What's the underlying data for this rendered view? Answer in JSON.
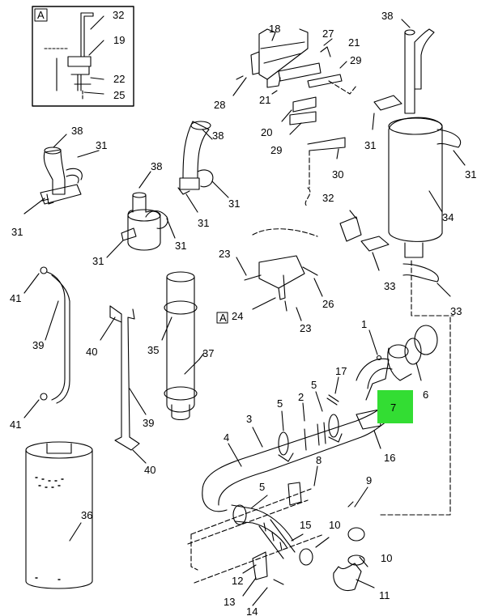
{
  "highlight_color": "#33dd33",
  "inset": {
    "tag": "A",
    "labels": {
      "i32": "32",
      "i19": "19",
      "i22": "22",
      "i25": "25"
    }
  },
  "refs": {
    "r38a": "38",
    "r31a": "31",
    "r31b": "31",
    "r38b": "38",
    "r31c": "31",
    "r31d": "31",
    "r38c": "38",
    "r31e": "31",
    "r31f": "31",
    "r18": "18",
    "r27": "27",
    "r21a": "21",
    "r29a": "29",
    "r28": "28",
    "r21b": "21",
    "r20": "20",
    "r29b": "29",
    "r30": "30",
    "r38d": "38",
    "r31g": "31",
    "r31h": "31",
    "r34": "34",
    "r32": "32",
    "r33a": "33",
    "r33b": "33",
    "r23a": "23",
    "r24": "24",
    "r23b": "23",
    "r26": "26",
    "rA": "A",
    "r41a": "41",
    "r39a": "39",
    "r41b": "41",
    "r40a": "40",
    "r39b": "39",
    "r40b": "40",
    "r35": "35",
    "r37": "37",
    "r1": "1",
    "r6": "6",
    "r17": "17",
    "r5a": "5",
    "r7": "7",
    "r2": "2",
    "r5b": "5",
    "r3": "3",
    "r16": "16",
    "r4": "4",
    "r8": "8",
    "r9": "9",
    "r5c": "5",
    "r15": "15",
    "r10a": "10",
    "r10b": "10",
    "r12": "12",
    "r13": "13",
    "r14": "14",
    "r11": "11",
    "r36": "36"
  }
}
